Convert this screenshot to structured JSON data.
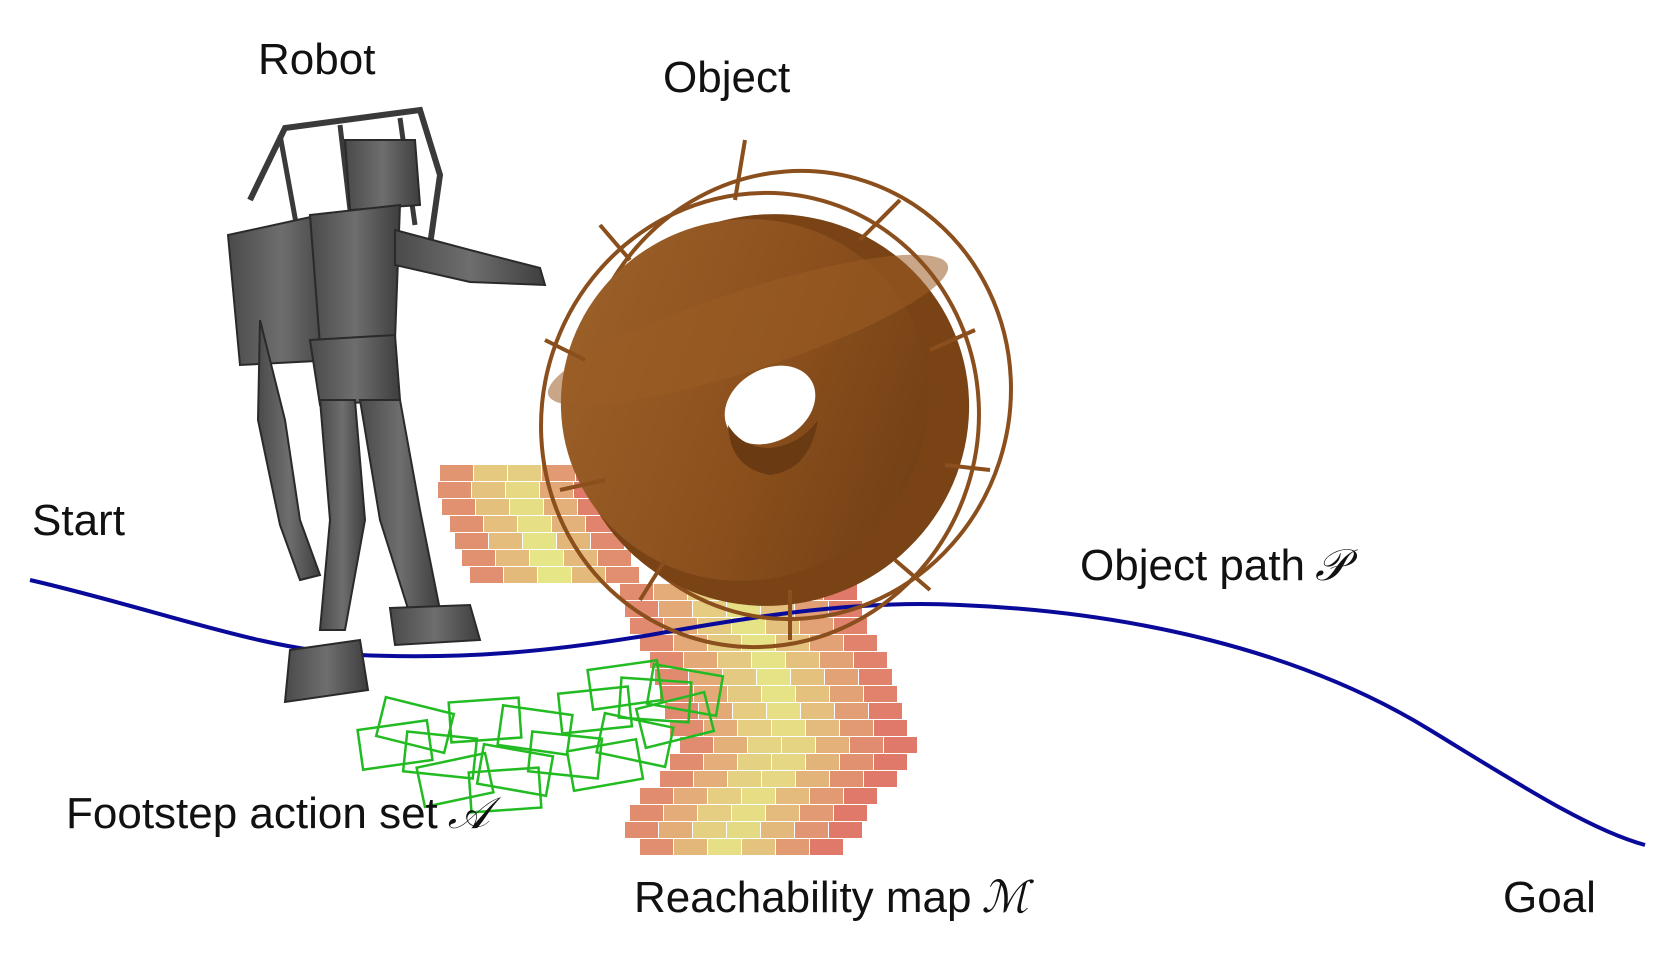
{
  "labels": {
    "robot": "Robot",
    "object": "Object",
    "start": "Start",
    "object_path": "Object path",
    "object_path_symbol": "𝒫",
    "footstep": "Footstep action set",
    "footstep_symbol": "𝒜",
    "reachability": "Reachability map",
    "reachability_symbol": "ℳ",
    "goal": "Goal"
  },
  "colors": {
    "path": "#0a0a9a",
    "footsteps": "#22bb22",
    "object_body": "#8a4f1c",
    "object_cage": "#8a4f1c",
    "robot": "#5a5a5a",
    "reach_high": "#e3e37a",
    "reach_low": "#dd6a5a"
  },
  "icons": {
    "robot": "humanoid-robot-figure",
    "object": "spool-wheel-object"
  }
}
